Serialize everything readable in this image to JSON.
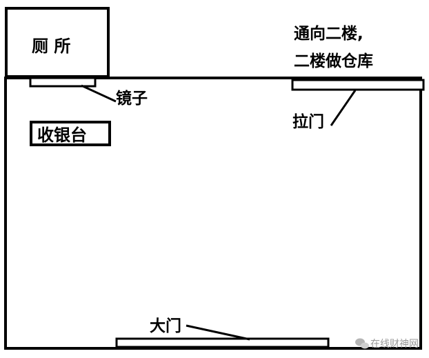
{
  "labels": {
    "toilet": "厕 所",
    "mirror": "镜子",
    "cashier": "收银台",
    "stairs_line1": "通向二楼,",
    "stairs_line2": "二楼做仓库",
    "sliding_door": "拉门",
    "main_door": "大门"
  },
  "watermark": {
    "text": "在线财神网",
    "icon": "wechat-logo-icon"
  },
  "colors": {
    "line": "#000000",
    "background": "#ffffff",
    "watermark": "#9a9a9a"
  }
}
